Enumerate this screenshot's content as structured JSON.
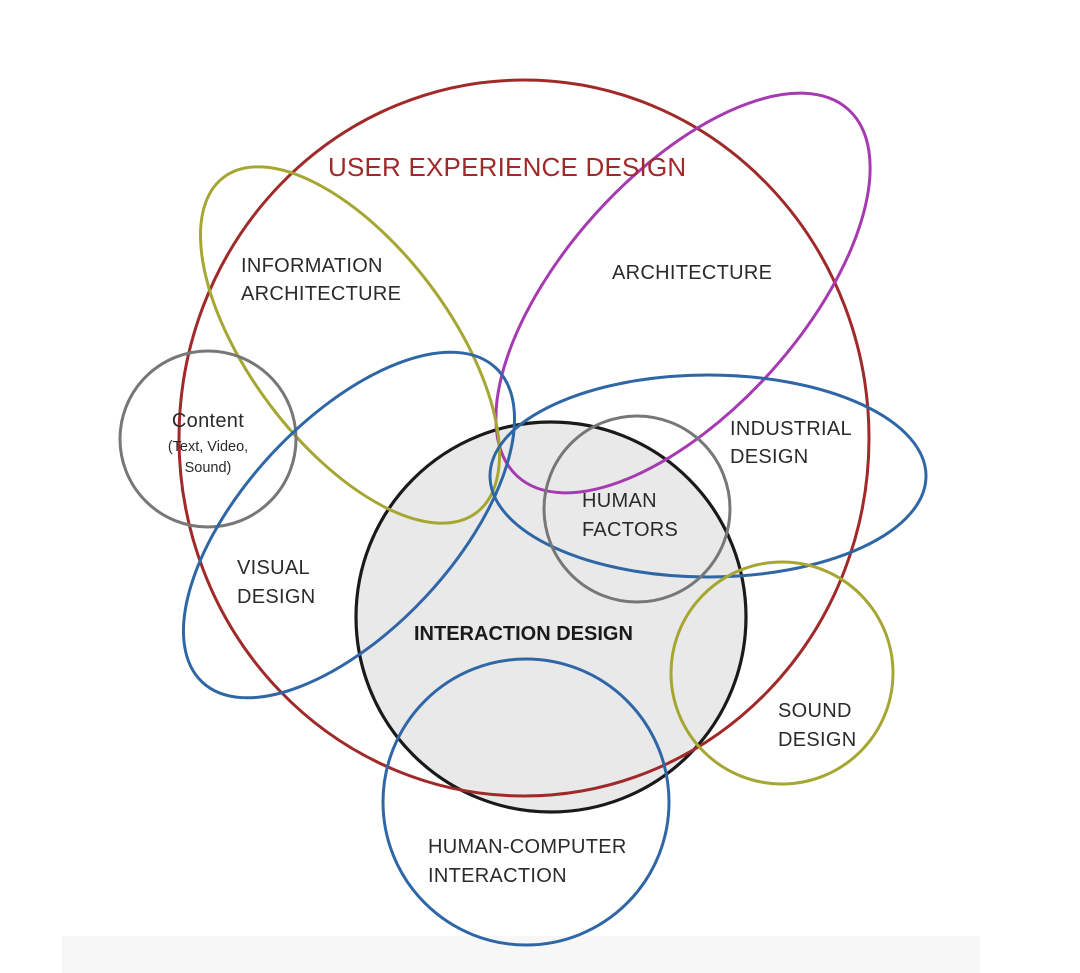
{
  "colors": {
    "ux": "#a02a2a",
    "architecture": "#a63ab0",
    "information_architecture": "#a6a632",
    "visual_design": "#2f67a6",
    "industrial_design": "#2f67a6",
    "hci": "#2f67a6",
    "sound_design": "#a6a632",
    "content": "#777777",
    "human_factors": "#777777",
    "interaction_design": "#1a1a1a",
    "interaction_fill": "#e9e9e9"
  },
  "labels": {
    "ux_title": "USER EXPERIENCE DESIGN",
    "information_architecture": [
      "INFORMATION",
      "ARCHITECTURE"
    ],
    "architecture": "ARCHITECTURE",
    "content": [
      "Content",
      "(Text, Video,",
      "Sound)"
    ],
    "industrial_design": [
      "INDUSTRIAL",
      "DESIGN"
    ],
    "human_factors": [
      "HUMAN",
      "FACTORS"
    ],
    "visual_design": [
      "VISUAL",
      "DESIGN"
    ],
    "interaction_design": "INTERACTION DESIGN",
    "sound_design": [
      "SOUND",
      "DESIGN"
    ],
    "hci": [
      "HUMAN-COMPUTER",
      "INTERACTION"
    ]
  }
}
